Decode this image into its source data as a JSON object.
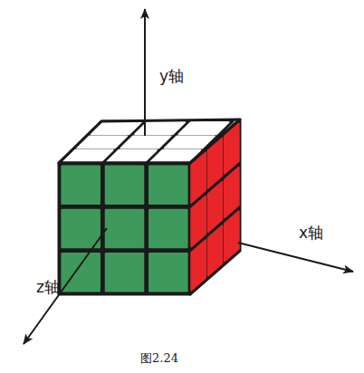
{
  "diagram": {
    "caption": "图2.24",
    "labels": [
      "y轴",
      "x轴",
      "z轴"
    ]
  }
}
